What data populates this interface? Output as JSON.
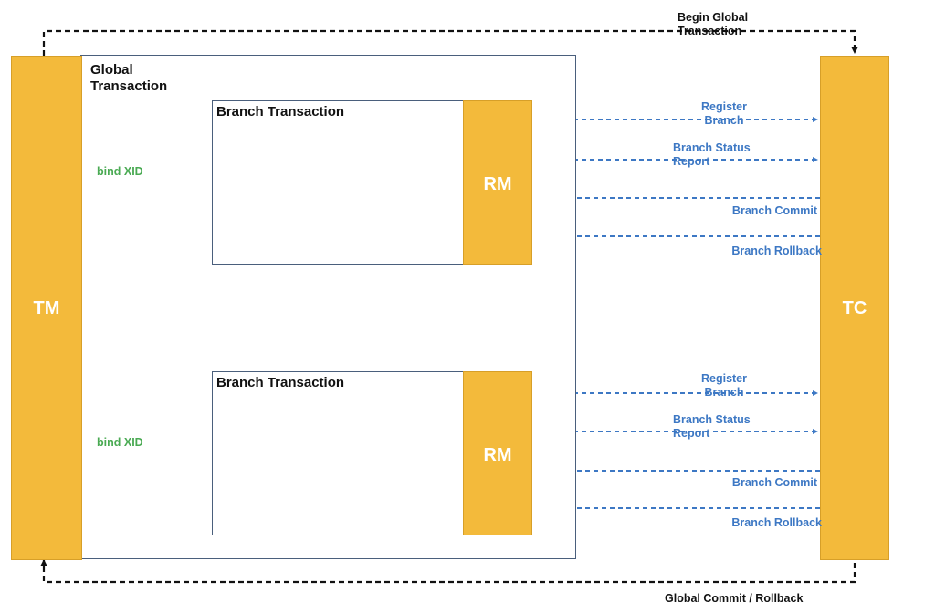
{
  "components": {
    "tm": "TM",
    "tc": "TC",
    "rm_top": "RM",
    "rm_bottom": "RM"
  },
  "global_transaction": {
    "title": [
      "Global",
      "Transaction"
    ]
  },
  "branches": [
    {
      "title": "Branch Transaction",
      "bind_label": "bind XID",
      "register": [
        "Register",
        "Branch"
      ],
      "status": [
        "Branch Status",
        "Report"
      ],
      "commit": "Branch Commit",
      "rollback": "Branch Rollback"
    },
    {
      "title": "Branch Transaction",
      "bind_label": "bind XID",
      "register": [
        "Register",
        "Branch"
      ],
      "status": [
        "Branch Status",
        "Report"
      ],
      "commit": "Branch Commit",
      "rollback": "Branch Rollback"
    }
  ],
  "top_flow": [
    "Begin Global",
    "Transaction"
  ],
  "bottom_flow": "Global Commit / Rollback",
  "colors": {
    "component_fill": "#f3ba3b",
    "rm_to_tc_arrows": "#3d78c4",
    "bind_arrows": "#4aaa53",
    "global_flow": "#111111"
  }
}
